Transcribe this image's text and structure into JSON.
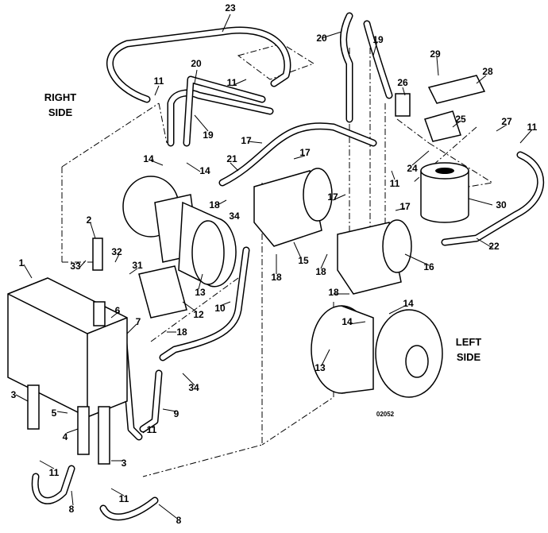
{
  "diagram": {
    "side_labels": {
      "right": [
        "RIGHT",
        "SIDE"
      ],
      "left": [
        "LEFT",
        "SIDE"
      ]
    },
    "drawing_number": "02052",
    "callouts": [
      "23",
      "20",
      "19",
      "29",
      "28",
      "20",
      "11",
      "11",
      "26",
      "19",
      "17",
      "17",
      "25",
      "27",
      "11",
      "14",
      "14",
      "21",
      "24",
      "11",
      "18",
      "34",
      "17",
      "17",
      "30",
      "2",
      "32",
      "15",
      "22",
      "33",
      "31",
      "18",
      "18",
      "16",
      "1",
      "13",
      "10",
      "12",
      "6",
      "7",
      "18",
      "18",
      "14",
      "14",
      "13",
      "34",
      "3",
      "5",
      "9",
      "4",
      "11",
      "11",
      "3",
      "11",
      "8",
      "8"
    ]
  }
}
